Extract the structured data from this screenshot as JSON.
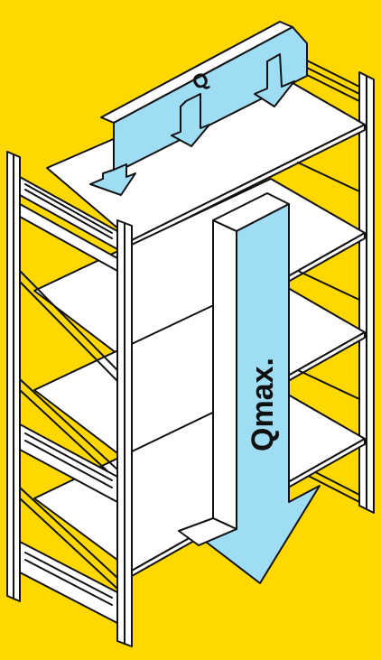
{
  "colors": {
    "background": "#FFD800",
    "shelf": "#FFFFFF",
    "arrow": "#9FDDF5",
    "outline": "#111111"
  },
  "labels": {
    "distributed_load": "Q",
    "max_load": "Qmax."
  },
  "icons": {
    "distributed_load": "three-downward-arrows-from-bar",
    "max_load": "single-large-downward-arrow"
  }
}
